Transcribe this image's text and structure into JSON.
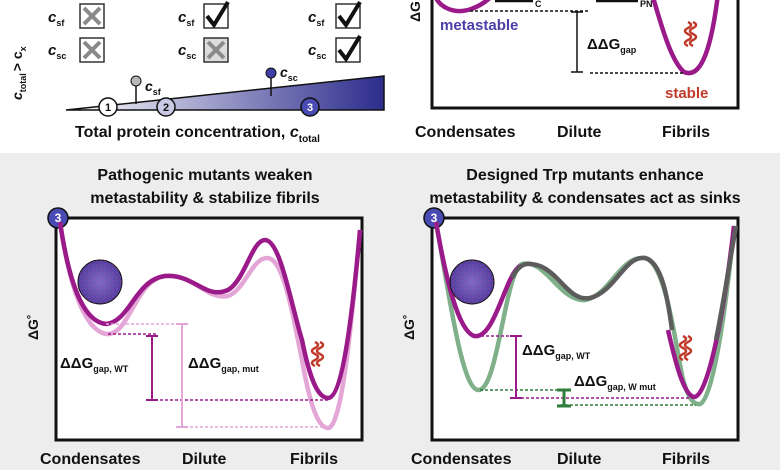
{
  "top_left": {
    "rows": [
      {
        "state": "c_sf",
        "marks": [
          "x",
          "check",
          "check"
        ]
      },
      {
        "state": "c_sc",
        "marks": [
          "x",
          "x",
          "check"
        ]
      }
    ],
    "csf_label": "c",
    "csf_sub": "sf",
    "csc_label": "c",
    "csc_sub": "sc",
    "side_label": "c",
    "side_sub": "total",
    "side_rest": "> c",
    "side_sub2": "x",
    "markers": [
      "1",
      "2",
      "3"
    ],
    "axis_label": "Total protein concentration, ",
    "axis_label_c": "c",
    "axis_label_sub": "total"
  },
  "top_right": {
    "yaxis": "ΔG",
    "metastable_label": "metastable",
    "stable_label": "stable",
    "gap_label": "ΔΔG",
    "gap_sub": "gap",
    "frag_c": "C",
    "frag_pn": "PN",
    "xlabels": [
      "Condensates",
      "Dilute",
      "Fibrils"
    ]
  },
  "bottom_left": {
    "title_line1": "Pathogenic mutants weaken",
    "title_line2": "metastability & stabilize fibrils",
    "badge": "3",
    "yaxis": "ΔG˚",
    "gap_wt": "ΔΔG",
    "gap_wt_sub": "gap, WT",
    "gap_mut": "ΔΔG",
    "gap_mut_sub": "gap, mut",
    "xlabels": [
      "Condensates",
      "Dilute",
      "Fibrils"
    ]
  },
  "bottom_right": {
    "title_line1": "Designed Trp mutants enhance",
    "title_line2": "metastability & condensates act as sinks",
    "badge": "3",
    "yaxis": "ΔG˚",
    "gap_wt": "ΔΔG",
    "gap_wt_sub": "gap, WT",
    "gap_mut": "ΔΔG",
    "gap_mut_sub": "gap, W mut",
    "xlabels": [
      "Condensates",
      "Dilute",
      "Fibrils"
    ]
  },
  "colors": {
    "magenta": "#9b1a8a",
    "pink_light": "#e3a6d6",
    "green": "#2e7d3a",
    "green_light": "#7fb08a",
    "gray_curve": "#5c5c5c",
    "navy": "#2c2c8c",
    "metastable": "#4b3ea6",
    "stable": "#c0392b",
    "bottom_bg": "#ededed"
  }
}
